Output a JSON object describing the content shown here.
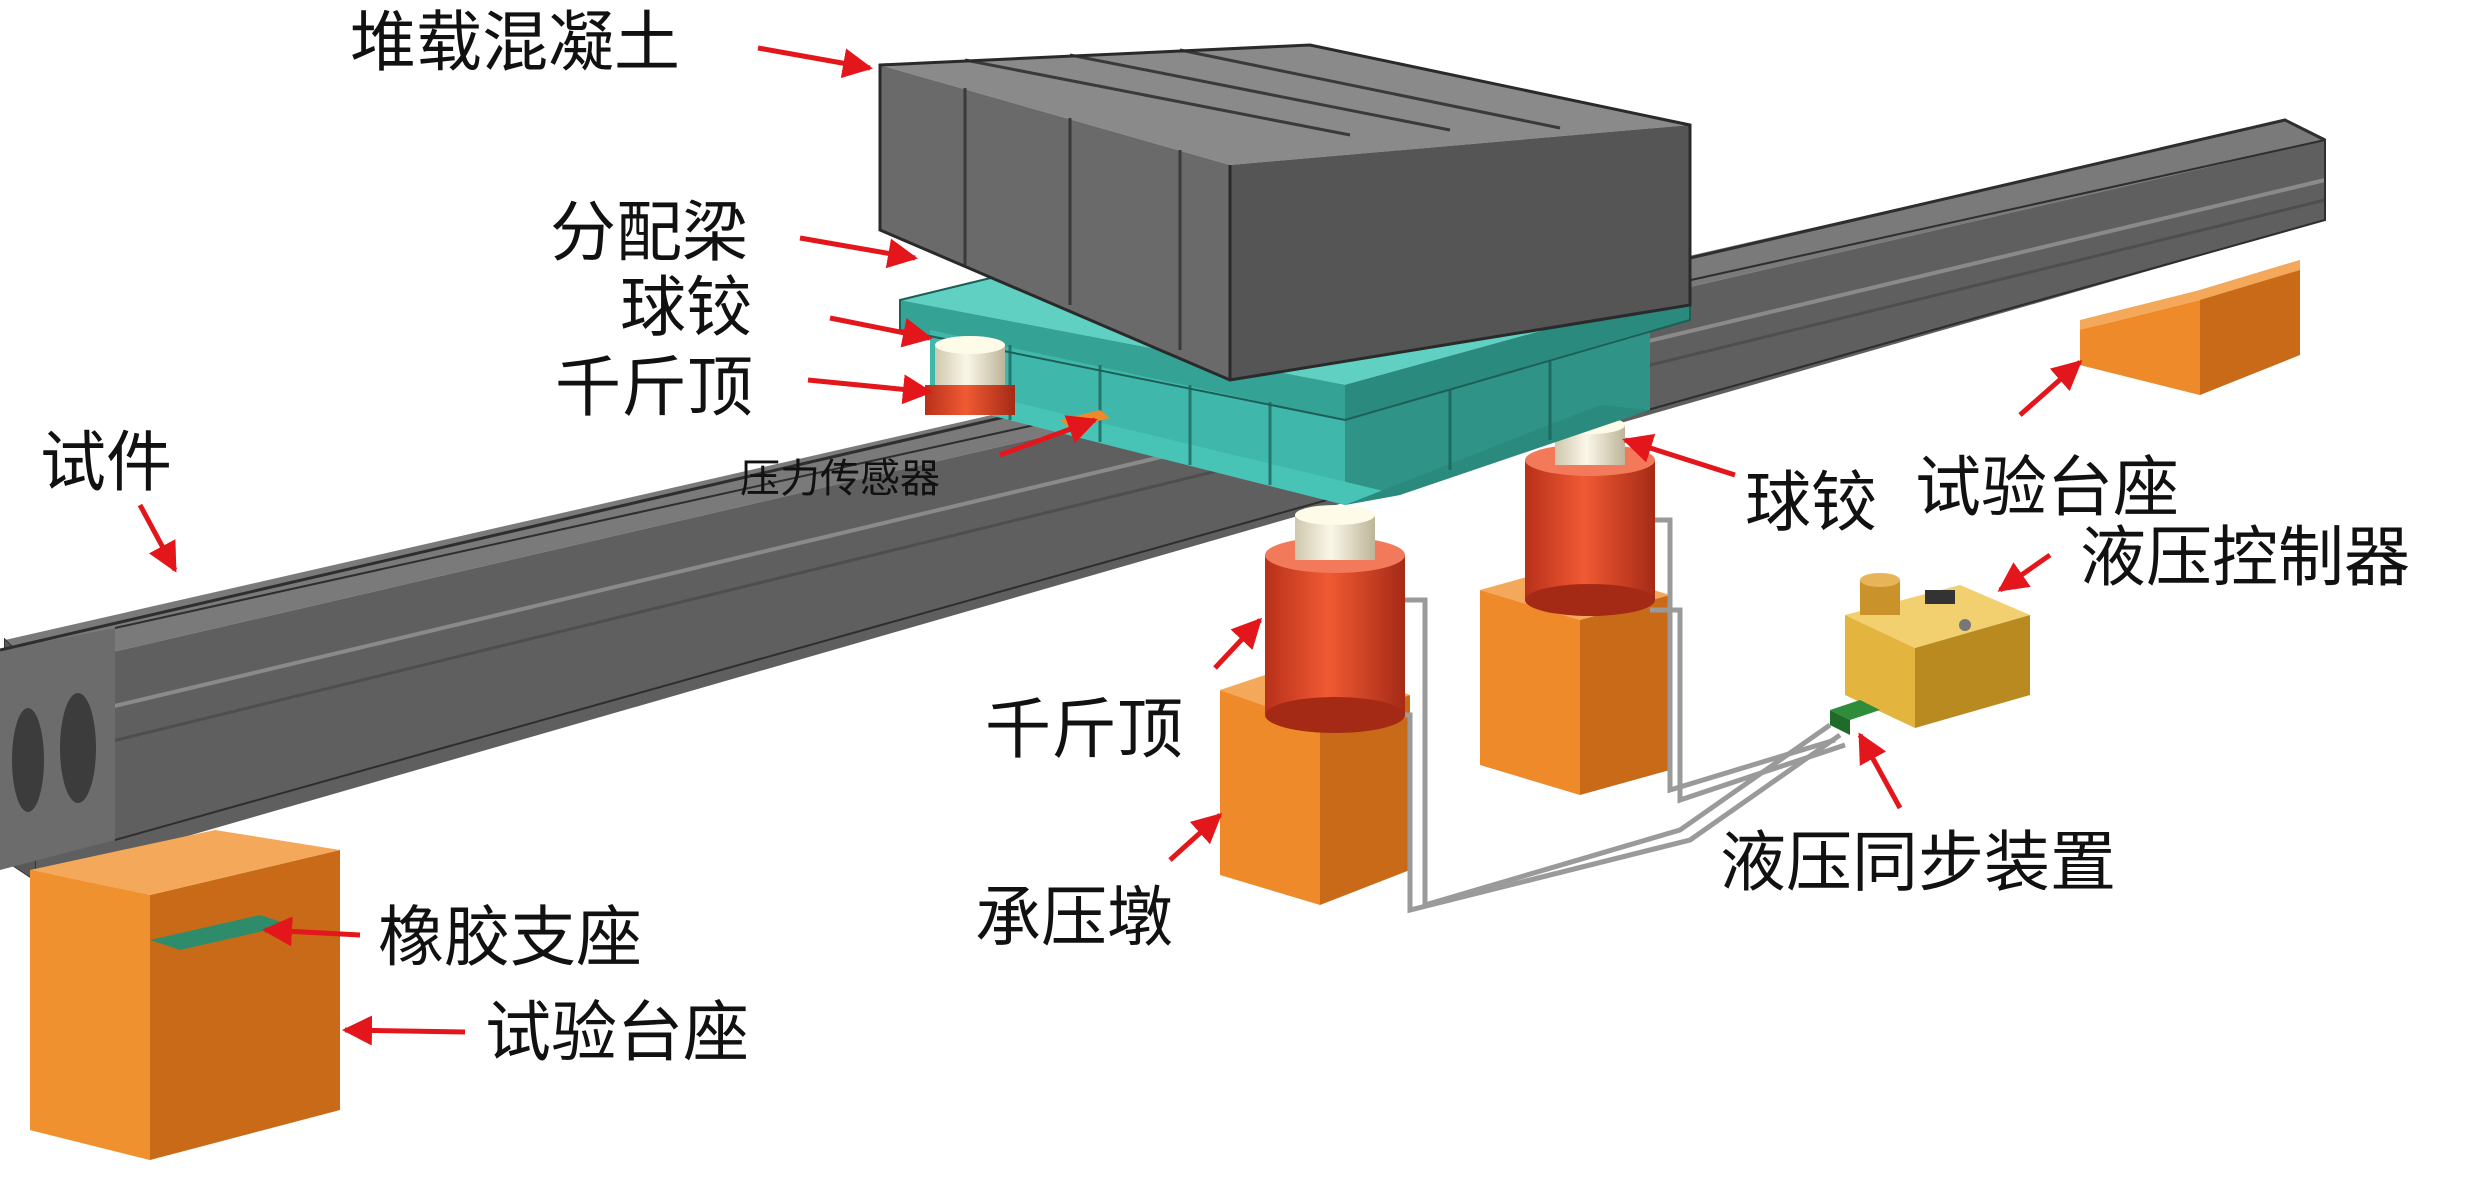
{
  "colors": {
    "concrete": "#6e6e6e",
    "steel_beam": "#3fb8ab",
    "jack": "#e8472b",
    "hinge": "#f0ead6",
    "support_block": "#ef8a2a",
    "controller": "#e3b53f",
    "arrow": "#e3161b",
    "text": "#111111"
  },
  "labels": {
    "concrete_load": "堆载混凝土",
    "distribution_beam": "分配梁",
    "ball_hinge_top": "球铰",
    "jack_top": "千斤顶",
    "specimen": "试件",
    "pressure_sensor": "压力传感器",
    "ball_hinge_right": "球铰",
    "test_pedestal_right": "试验台座",
    "hydraulic_controller": "液压控制器",
    "jack_bottom": "千斤顶",
    "hydraulic_sync": "液压同步装置",
    "bearing_pier": "承压墩",
    "rubber_bearing": "橡胶支座",
    "test_pedestal_left": "试验台座"
  }
}
